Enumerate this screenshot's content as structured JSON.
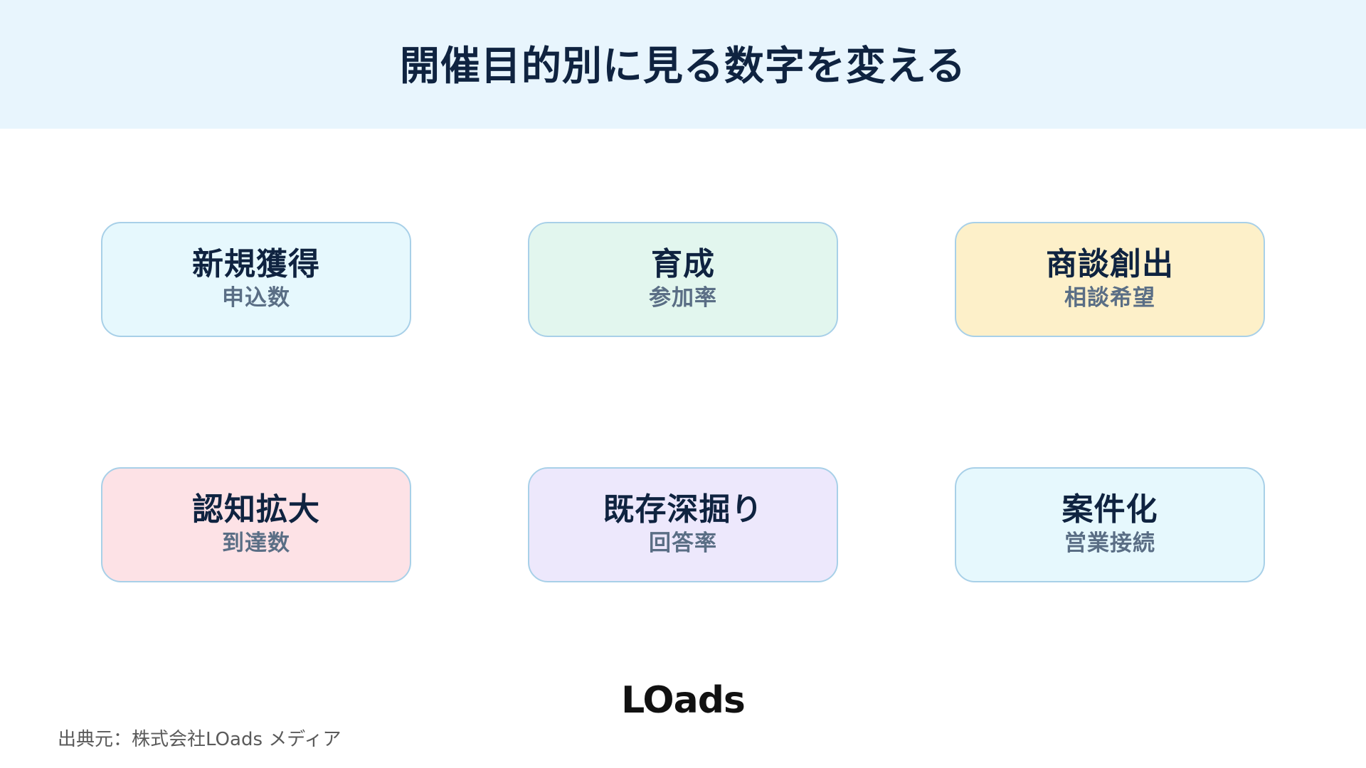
{
  "header": {
    "title": "開催目的別に見る数字を変える"
  },
  "cards": [
    {
      "title": "新規獲得",
      "metric": "申込数",
      "color": "#e6f8fd"
    },
    {
      "title": "育成",
      "metric": "参加率",
      "color": "#e2f6ee"
    },
    {
      "title": "商談創出",
      "metric": "相談希望",
      "color": "#fdf0c9"
    },
    {
      "title": "認知拡大",
      "metric": "到達数",
      "color": "#fde2e6"
    },
    {
      "title": "既存深掘り",
      "metric": "回答率",
      "color": "#ede8fc"
    },
    {
      "title": "案件化",
      "metric": "営業接続",
      "color": "#e6f8fd"
    }
  ],
  "colors": {
    "header_bg": "#e8f5fd",
    "card_border": "#a8d0e8",
    "title_text": "#0f2340",
    "metric_text": "#5a6e85"
  },
  "footer": {
    "logo": "LOads",
    "source": "出典元：株式会社LOads メディア"
  }
}
